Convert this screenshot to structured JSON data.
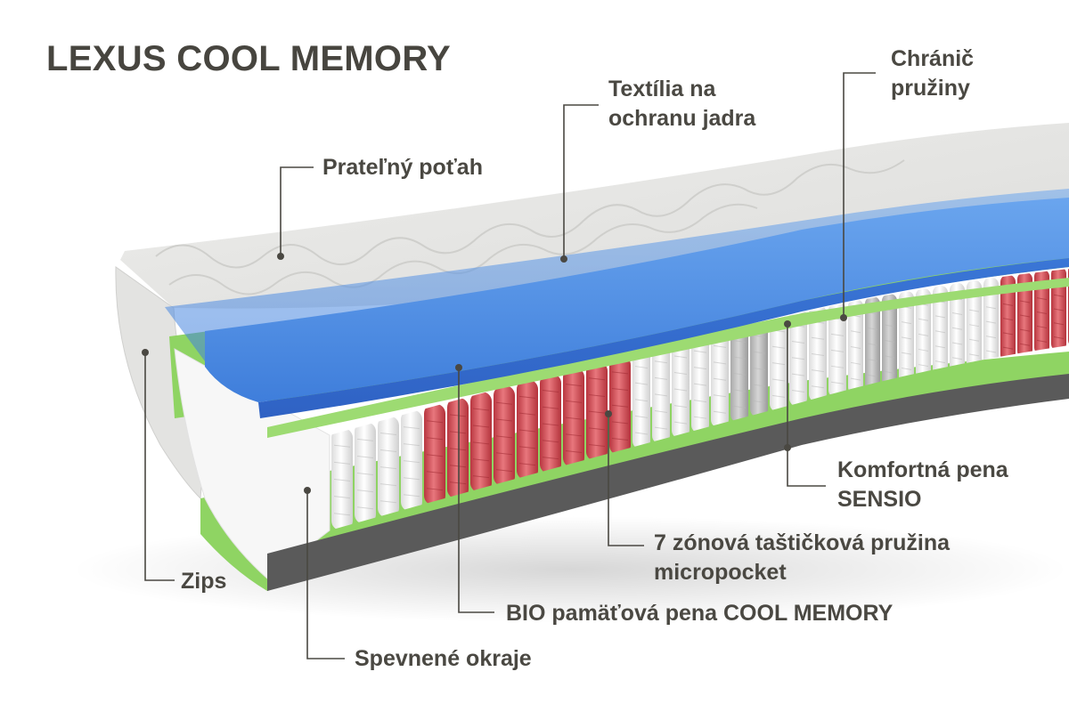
{
  "title": "LEXUS COOL MEMORY",
  "labels": {
    "cover": "Prateľný poťah",
    "core_textile_line1": "Textília na",
    "core_textile_line2": "ochranu jadra",
    "spring_protector_line1": "Chránič",
    "spring_protector_line2": "pružiny",
    "comfort_foam_line1": "Komfortná pena",
    "comfort_foam_line2": "SENSIO",
    "springs_line1": "7 zónová taštičková pružina",
    "springs_line2": "micropocket",
    "memory_foam": "BIO pamäťová pena COOL MEMORY",
    "zip": "Zips",
    "edges": "Spevnené okraje"
  },
  "colors": {
    "text": "#4a4842",
    "leader": "#4a4842",
    "memory_foam": "#3f7edb",
    "comfort_foam": "#8fd463",
    "zone_springs": "#d9545c",
    "springs": "#f3f3f3",
    "base_felt": "#555555",
    "cover": "#e6e6e4"
  }
}
